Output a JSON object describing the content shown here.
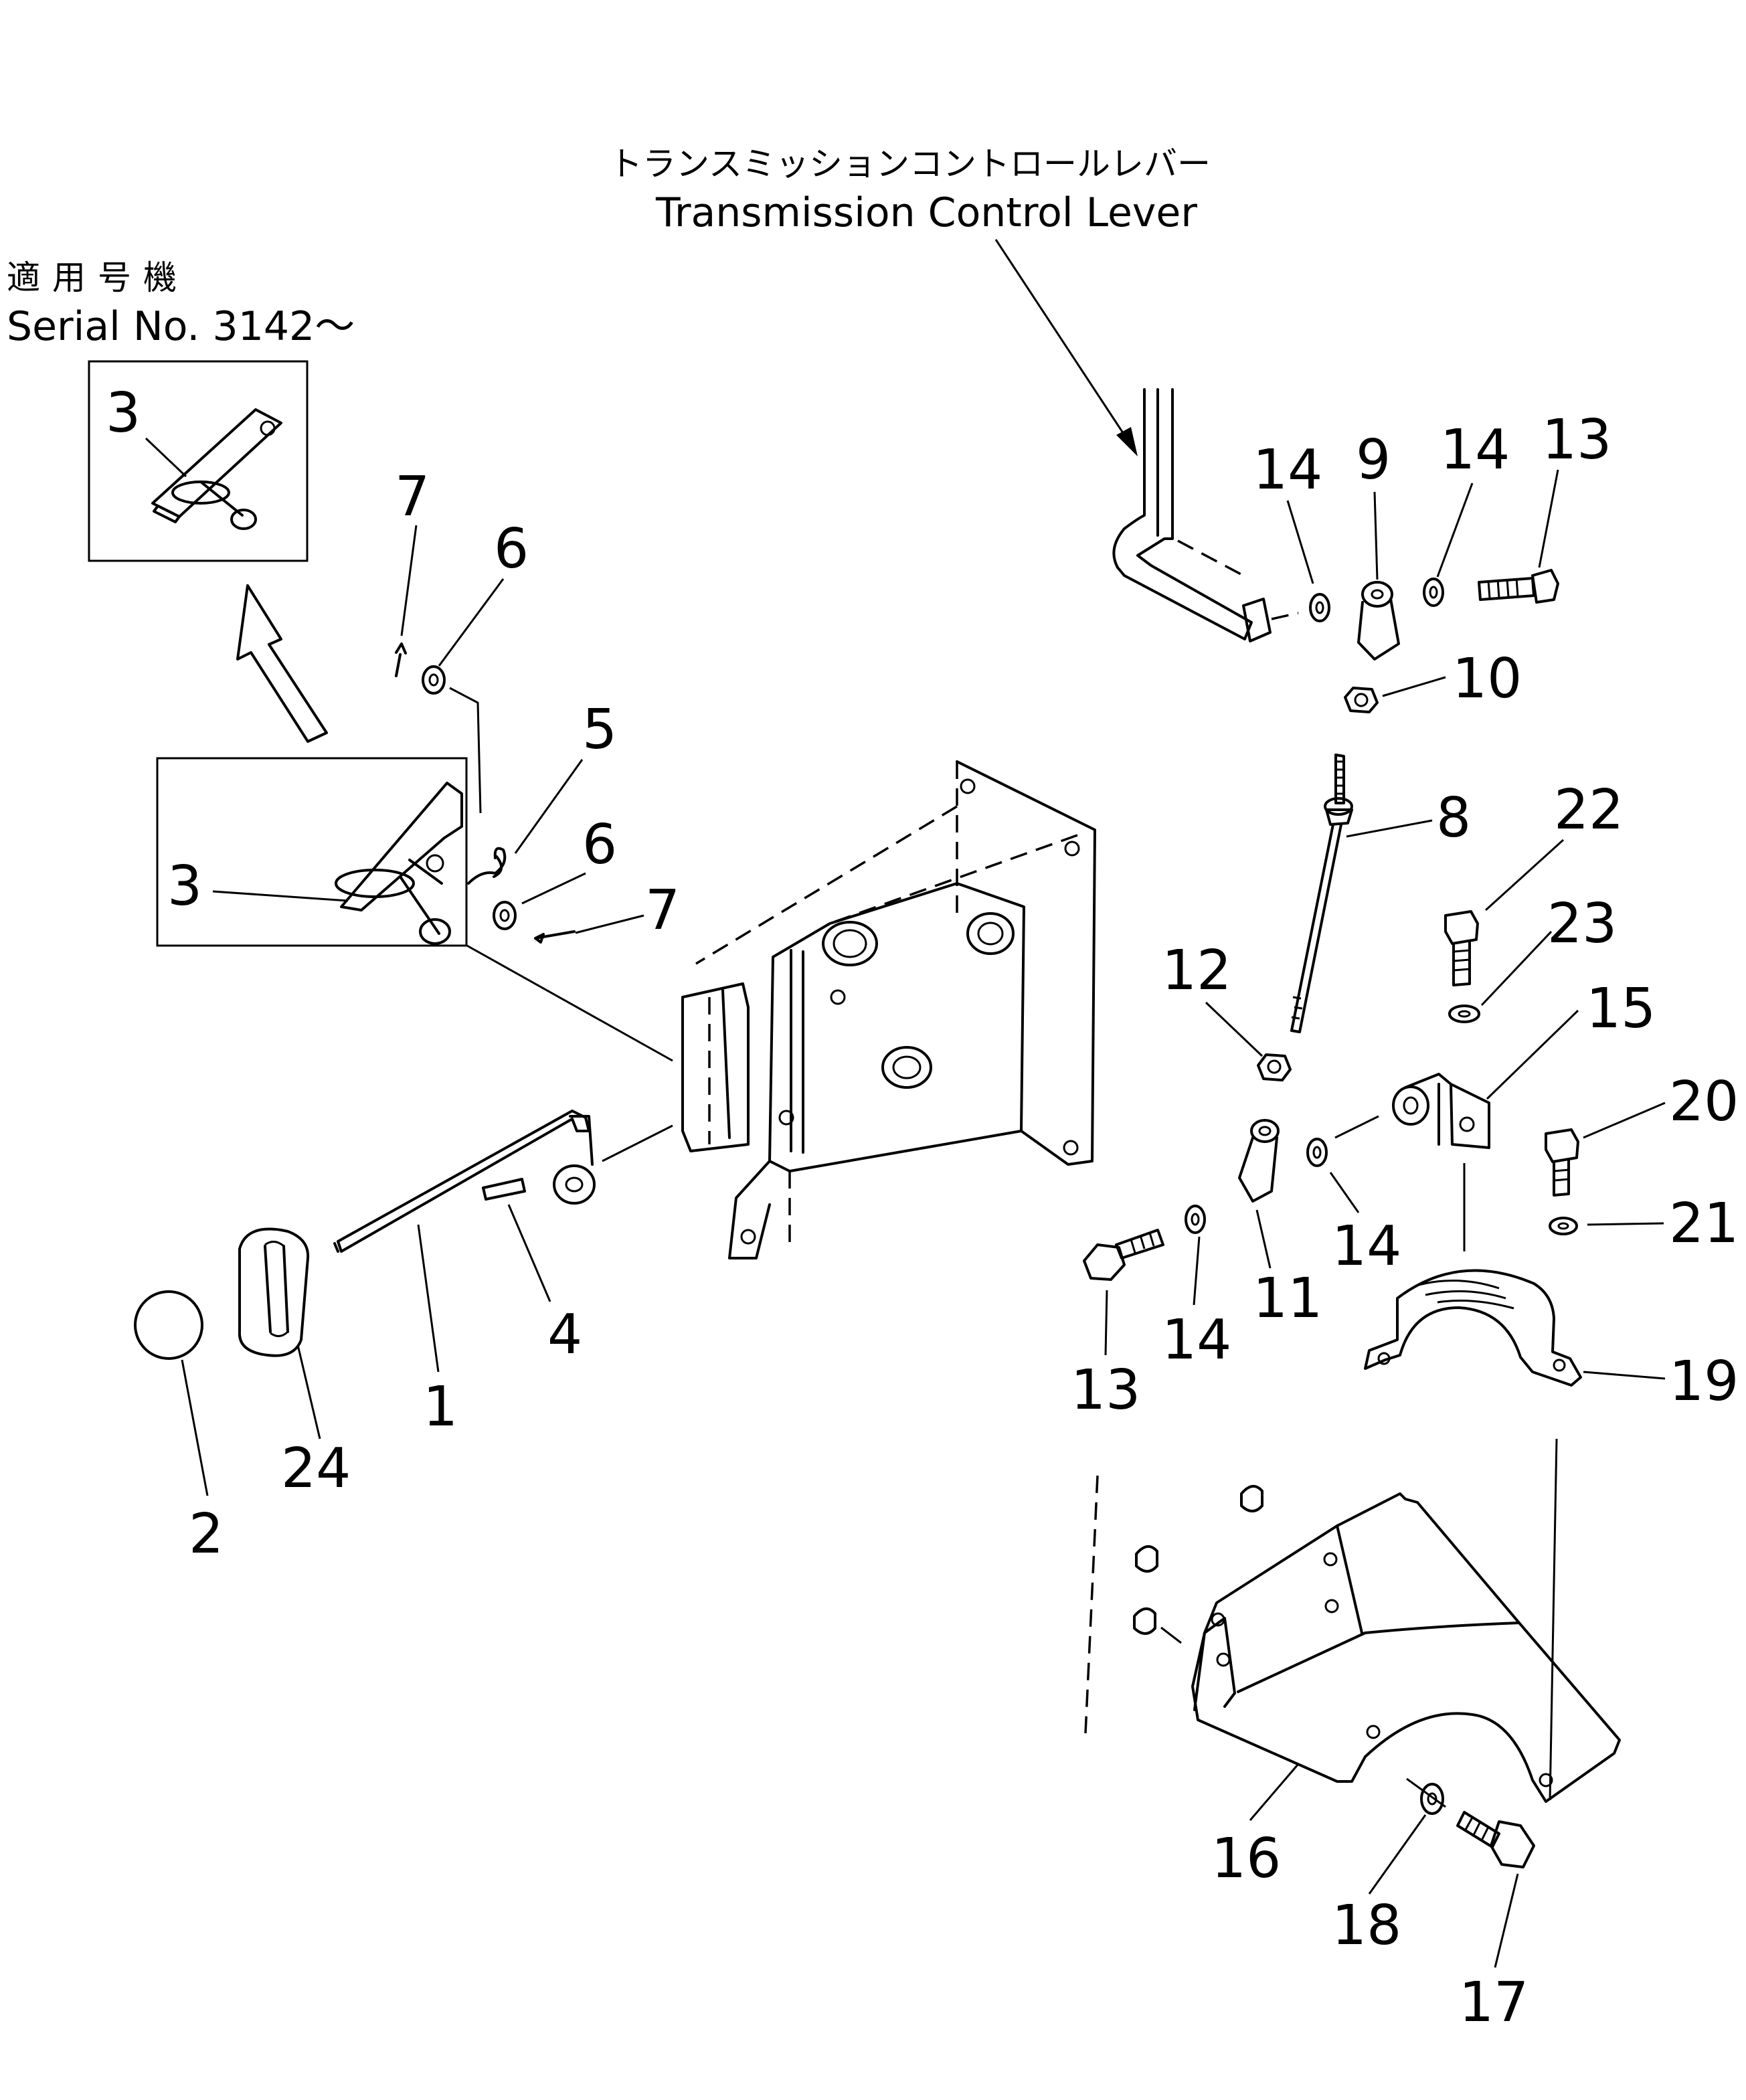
{
  "header": {
    "title_jp": "トランスミッションコントロールレバー",
    "title_en": "Transmission Control Lever"
  },
  "serial_note": {
    "label_jp": "適用号機",
    "label_en": "Serial No. 3142〜"
  },
  "part_numbers": {
    "p1": "1",
    "p2": "2",
    "p3_inset": "3",
    "p3_main": "3",
    "p4": "4",
    "p5": "5",
    "p6_top": "6",
    "p6_low": "6",
    "p7_top": "7",
    "p7_low": "7",
    "p8": "8",
    "p9": "9",
    "p10": "10",
    "p11": "11",
    "p12": "12",
    "p13_top": "13",
    "p13_low": "13",
    "p14_a": "14",
    "p14_b": "14",
    "p14_c": "14",
    "p14_d": "14",
    "p15": "15",
    "p16": "16",
    "p17": "17",
    "p18": "18",
    "p19": "19",
    "p20": "20",
    "p21": "21",
    "p22": "22",
    "p23": "23",
    "p24": "24"
  }
}
